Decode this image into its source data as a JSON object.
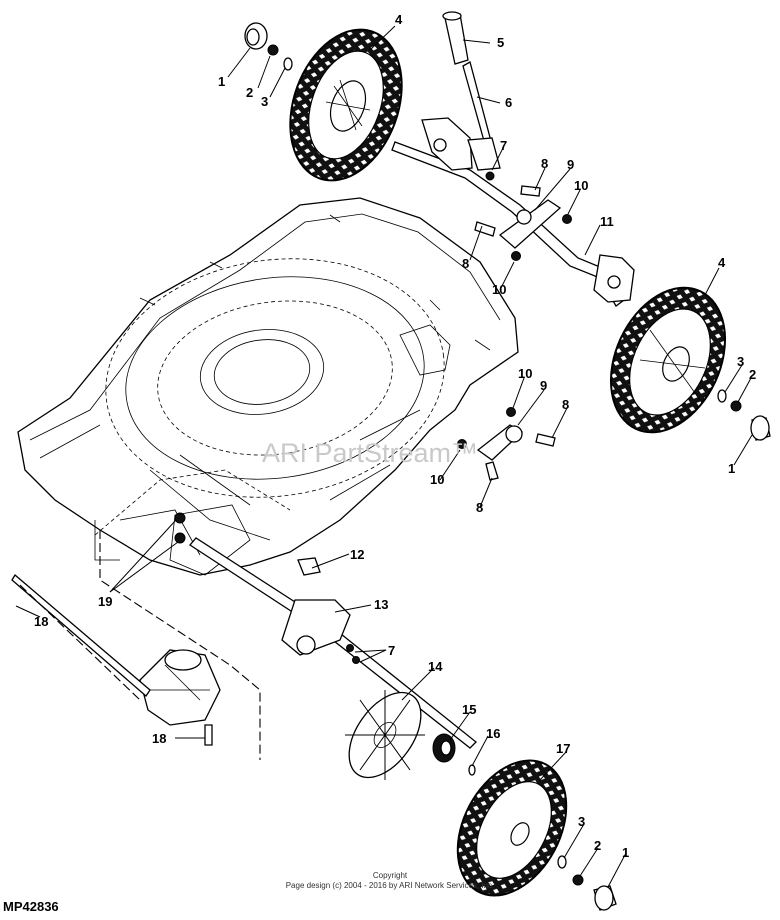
{
  "diagram_id": "MP42836",
  "watermark": "ARI PartStream™",
  "copyright": {
    "line1": "Copyright",
    "line2": "Page design (c) 2004 - 2016 by ARI Network Services, Inc."
  },
  "callouts": [
    {
      "id": "c1a",
      "text": "1"
    },
    {
      "id": "c2a",
      "text": "2"
    },
    {
      "id": "c3a",
      "text": "3"
    },
    {
      "id": "c4a",
      "text": "4"
    },
    {
      "id": "c5",
      "text": "5"
    },
    {
      "id": "c6",
      "text": "6"
    },
    {
      "id": "c7a",
      "text": "7"
    },
    {
      "id": "c8a",
      "text": "8"
    },
    {
      "id": "c9a",
      "text": "9"
    },
    {
      "id": "c10a",
      "text": "10"
    },
    {
      "id": "c11",
      "text": "11"
    },
    {
      "id": "c8b",
      "text": "8"
    },
    {
      "id": "c10b",
      "text": "10"
    },
    {
      "id": "c4b",
      "text": "4"
    },
    {
      "id": "c3b",
      "text": "3"
    },
    {
      "id": "c2b",
      "text": "2"
    },
    {
      "id": "c1b",
      "text": "1"
    },
    {
      "id": "c10c",
      "text": "10"
    },
    {
      "id": "c9b",
      "text": "9"
    },
    {
      "id": "c8c",
      "text": "8"
    },
    {
      "id": "c10d",
      "text": "10"
    },
    {
      "id": "c8d",
      "text": "8"
    },
    {
      "id": "c12",
      "text": "12"
    },
    {
      "id": "c13",
      "text": "13"
    },
    {
      "id": "c19",
      "text": "19"
    },
    {
      "id": "c18a",
      "text": "18"
    },
    {
      "id": "c7b",
      "text": "7"
    },
    {
      "id": "c14",
      "text": "14"
    },
    {
      "id": "c15",
      "text": "15"
    },
    {
      "id": "c16",
      "text": "16"
    },
    {
      "id": "c17",
      "text": "17"
    },
    {
      "id": "c18b",
      "text": "18"
    },
    {
      "id": "c3c",
      "text": "3"
    },
    {
      "id": "c2c",
      "text": "2"
    },
    {
      "id": "c1c",
      "text": "1"
    }
  ]
}
